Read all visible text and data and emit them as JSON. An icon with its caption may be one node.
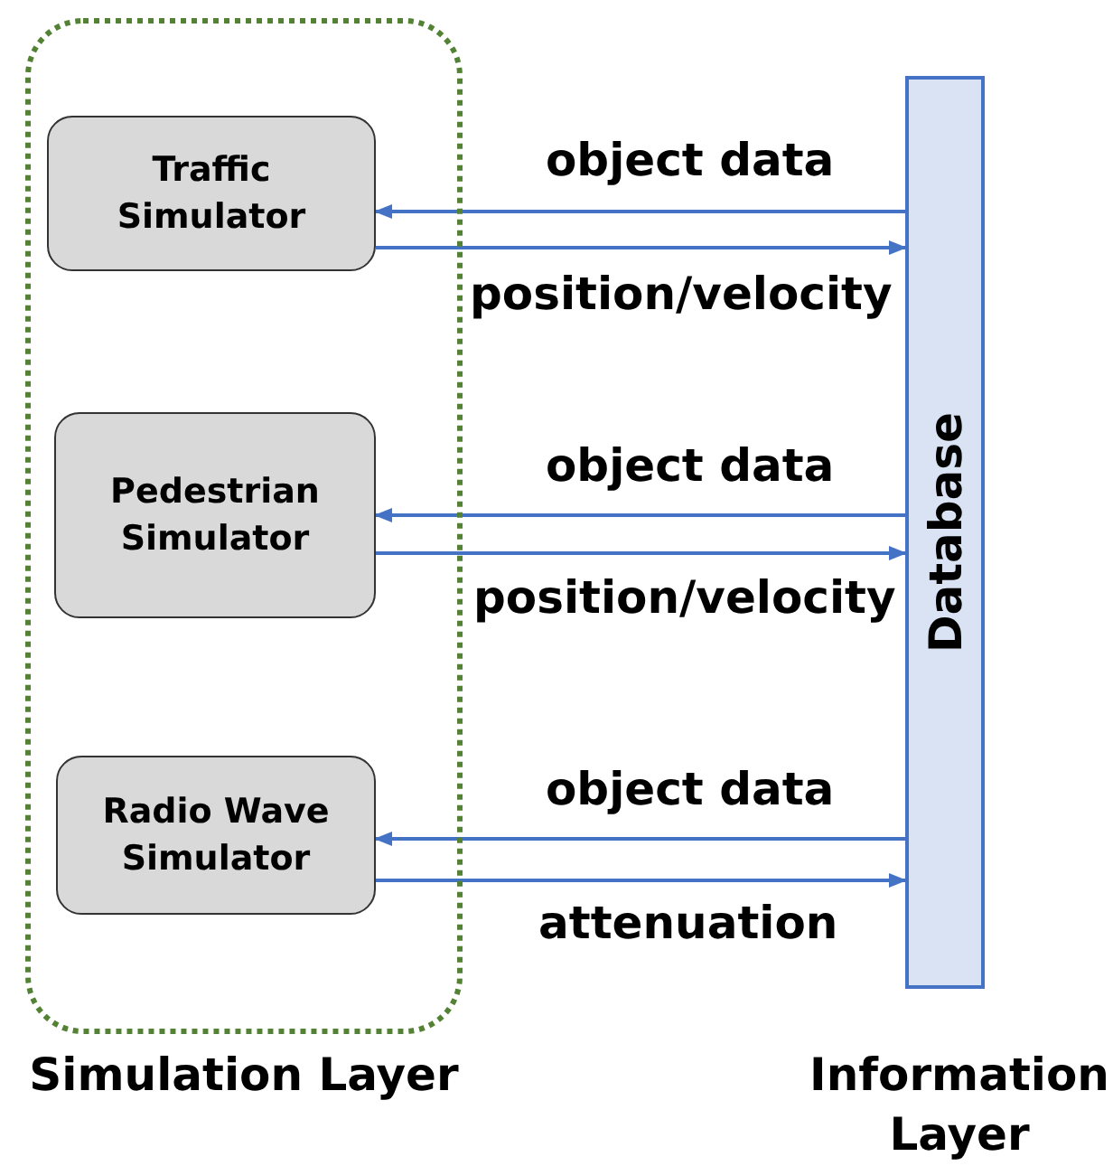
{
  "diagram": {
    "nodes": [
      {
        "text": [
          "Simulation Layer"
        ]
      },
      {
        "text": [
          "Traffic Simulator"
        ],
        "in": 0
      },
      {
        "text": [
          "Pedestrian Simulator"
        ],
        "in": 0
      },
      {
        "text": [
          "Radio Wave Simulator"
        ],
        "in": 0
      },
      {
        "text": [
          "Database"
        ],
        "beside": [
          "Information Layer"
        ]
      }
    ],
    "edges": [
      {
        "from": 4,
        "to": 1,
        "arrow": "to",
        "label": "object data"
      },
      {
        "from": 1,
        "to": 4,
        "arrow": "to",
        "label": "position/velocity"
      },
      {
        "from": 4,
        "to": 2,
        "arrow": "to",
        "label": "object data"
      },
      {
        "from": 2,
        "to": 4,
        "arrow": "to",
        "label": "position/velocity"
      },
      {
        "from": 4,
        "to": 3,
        "arrow": "to",
        "label": "object data"
      },
      {
        "from": 3,
        "to": 4,
        "arrow": "to",
        "label": "attenuation"
      }
    ]
  }
}
